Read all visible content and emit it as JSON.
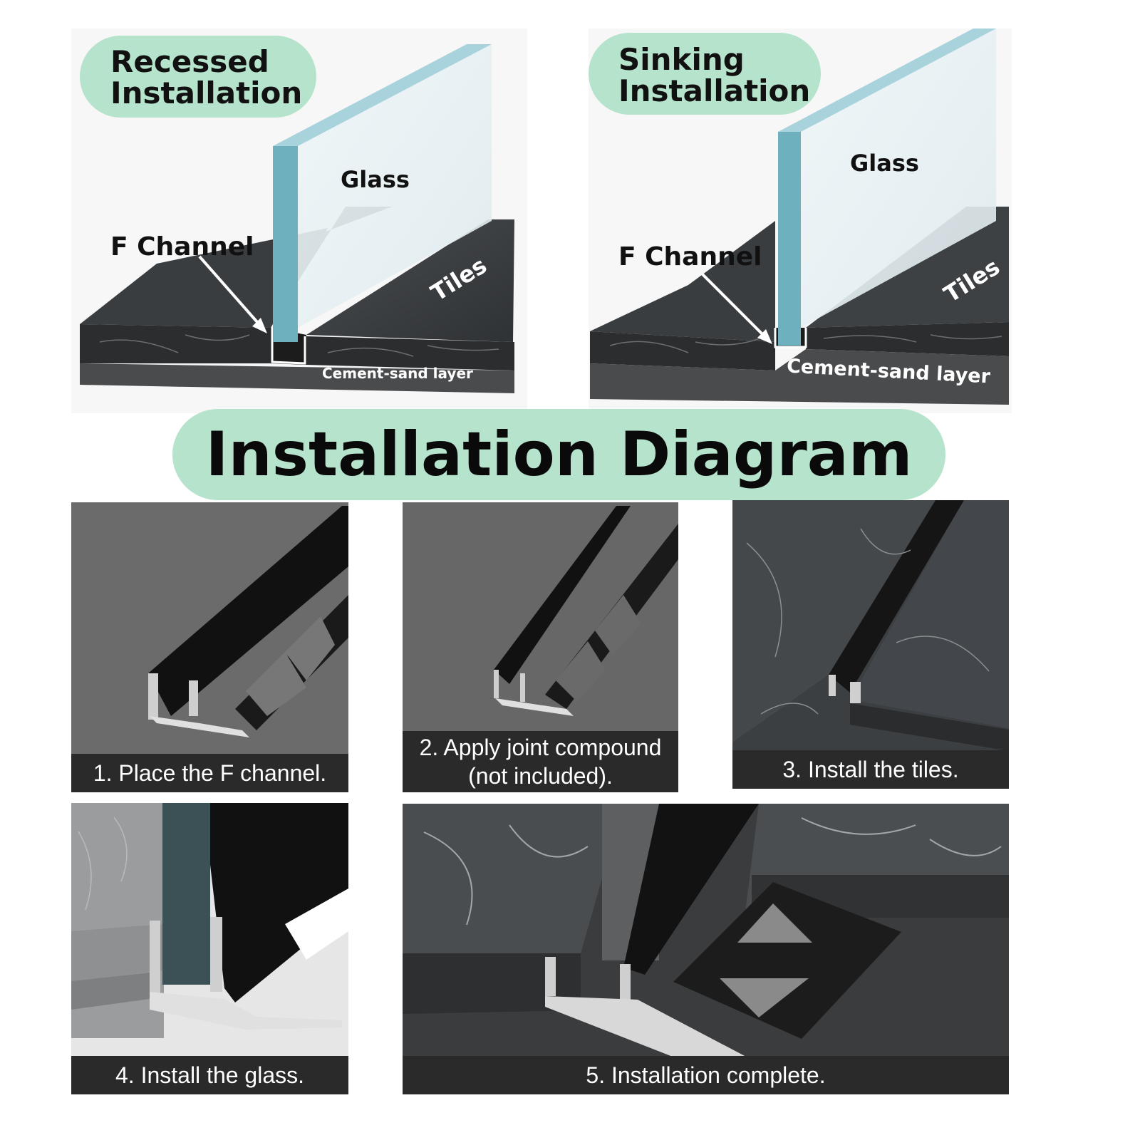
{
  "top_left": {
    "title_line1": "Recessed",
    "title_line2": "Installation",
    "glass_label": "Glass",
    "channel_label": "F Channel",
    "tiles_label": "Tiles",
    "layer_label": "Cement-sand layer"
  },
  "top_right": {
    "title_line1": "Sinking",
    "title_line2": "Installation",
    "glass_label": "Glass",
    "channel_label": "F Channel",
    "tiles_label": "Tiles",
    "layer_label": "Cement-sand layer"
  },
  "banner": {
    "title": "Installation Diagram"
  },
  "steps": [
    {
      "caption": "1. Place the F channel."
    },
    {
      "caption_line1": "2. Apply joint compound",
      "caption_line2": "(not included)."
    },
    {
      "caption": "3. Install the tiles."
    },
    {
      "caption": "4. Install the glass."
    },
    {
      "caption": "5. Installation complete."
    }
  ],
  "colors": {
    "mint": "#b5e3cc",
    "caption_bg": "#2a2a2a",
    "glass_edge": "#6fb0bf"
  }
}
